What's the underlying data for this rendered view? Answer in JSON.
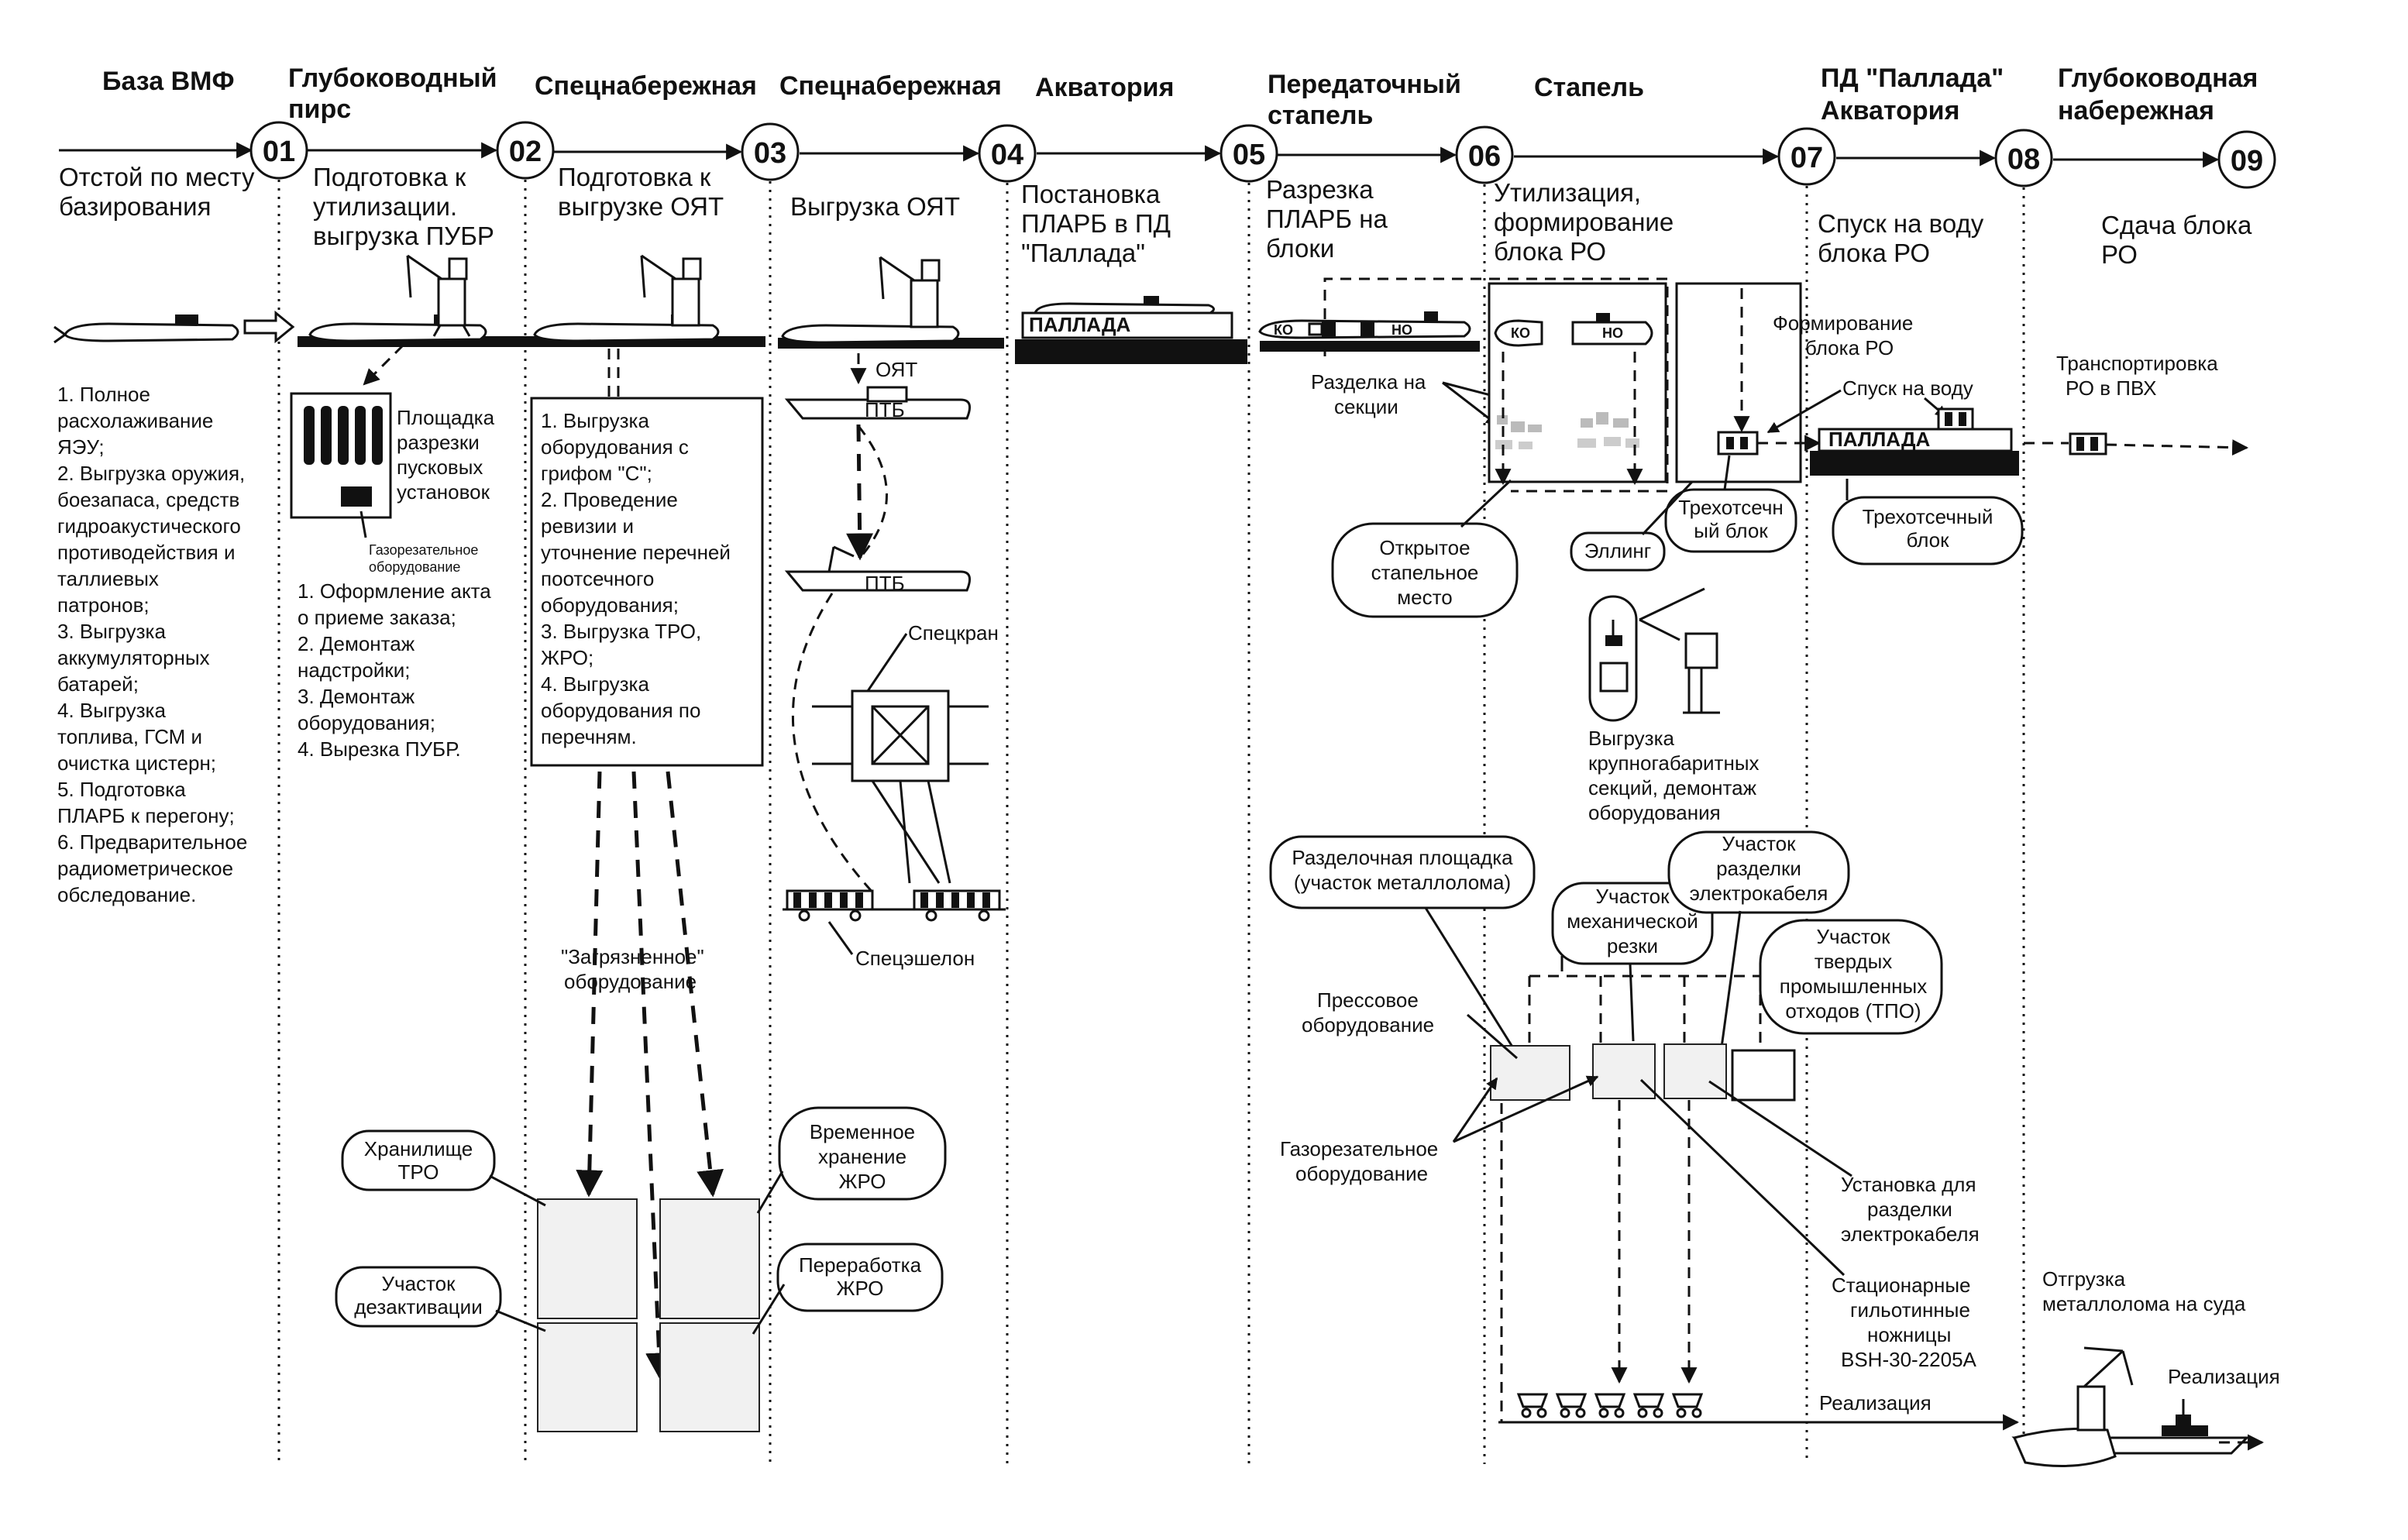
{
  "colors": {
    "ink": "#111111",
    "paper": "#ffffff",
    "panel": "#f1f1f1"
  },
  "locations": [
    {
      "id": "loc-base",
      "lines": [
        "База ВМФ"
      ]
    },
    {
      "id": "loc-deep-pier",
      "lines": [
        "Глубоководный",
        "пирс"
      ]
    },
    {
      "id": "loc-special-quay-1",
      "lines": [
        "Спецнабережная"
      ]
    },
    {
      "id": "loc-special-quay-2",
      "lines": [
        "Спецнабережная"
      ]
    },
    {
      "id": "loc-water-area",
      "lines": [
        "Акватория"
      ]
    },
    {
      "id": "loc-transfer-slipway",
      "lines": [
        "Передаточный",
        "стапель"
      ]
    },
    {
      "id": "loc-slipway",
      "lines": [
        "Стапель"
      ]
    },
    {
      "id": "loc-pallada",
      "lines": [
        "ПД \"Паллада\"",
        "Акватория"
      ]
    },
    {
      "id": "loc-deep-quay",
      "lines": [
        "Глубоководная",
        "набережная"
      ]
    }
  ],
  "steps": [
    "01",
    "02",
    "03",
    "04",
    "05",
    "06",
    "07",
    "08",
    "09"
  ],
  "step_descriptions": [
    {
      "id": "step-desc-0",
      "lines": [
        "Отстой по месту",
        "базирования"
      ]
    },
    {
      "id": "step-desc-1",
      "lines": [
        "Подготовка к",
        "утилизации.",
        "выгрузка ПУБР"
      ]
    },
    {
      "id": "step-desc-2",
      "lines": [
        "Подготовка к",
        "выгрузке ОЯТ"
      ]
    },
    {
      "id": "step-desc-3",
      "lines": [
        "Выгрузка ОЯТ"
      ]
    },
    {
      "id": "step-desc-4",
      "lines": [
        "Постановка",
        "ПЛАРБ в ПД",
        "\"Паллада\""
      ]
    },
    {
      "id": "step-desc-5",
      "lines": [
        "Разрезка",
        "ПЛАРБ на",
        "блоки"
      ]
    },
    {
      "id": "step-desc-6",
      "lines": [
        "Утилизация,",
        "формирование",
        "блока РО"
      ]
    },
    {
      "id": "step-desc-7",
      "lines": [
        "Спуск на воду",
        "блока РО"
      ]
    },
    {
      "id": "step-desc-8",
      "lines": [
        "Сдача блока",
        "РО"
      ]
    }
  ],
  "base_tasks": [
    "1. Полное",
    "расхолаживание",
    "ЯЭУ;",
    "2. Выгрузка оружия,",
    "боезапаса, средств",
    "гидроакустического",
    "противодействия и",
    "таллиевых",
    "патронов;",
    "3. Выгрузка",
    "аккумуляторных",
    "батарей;",
    "4. Выгрузка",
    "топлива, ГСМ и",
    "очистка цистерн;",
    "5. Подготовка",
    "ПЛАРБ к перегону;",
    "6. Предварительное",
    "радиометрическое",
    "обследование."
  ],
  "pier_tasks": [
    "1. Оформление акта",
    "о приеме заказа;",
    "2. Демонтаж",
    "надстройки;",
    "3. Демонтаж",
    "оборудования;",
    "4. Вырезка ПУБР."
  ],
  "quay_tasks": [
    "1. Выгрузка",
    "оборудования с",
    "грифом \"С\";",
    "2. Проведение",
    "ревизии и",
    "уточнение перечней",
    "поотсечного",
    "оборудования;",
    "3. Выгрузка ТРО,",
    "ЖРО;",
    "4. Выгрузка",
    "оборудования по",
    "перечням."
  ],
  "labels": {
    "launch_cut_area": [
      "Площадка",
      "разрезки",
      "пусковых",
      "установок"
    ],
    "gas_cut_small": [
      "Газорезательное",
      "оборудование"
    ],
    "oyat": "ОЯТ",
    "ptb": "ПТБ",
    "special_crane": "Спецкран",
    "special_train": "Спецэшелон",
    "contaminated": [
      "\"Загрязненное\"",
      "оборудование"
    ],
    "tro_storage": [
      "Хранилище",
      "ТРО"
    ],
    "decontamination": [
      "Участок",
      "дезактивации"
    ],
    "zhro_storage": [
      "Временное",
      "хранение",
      "ЖРО"
    ],
    "zhro_processing": [
      "Переработка",
      "ЖРО"
    ],
    "pallada": "ПАЛЛАДА",
    "ko": "КО",
    "no": "НО",
    "sectioning": [
      "Разделка на",
      "секции"
    ],
    "open_slipway": [
      "Открытое",
      "стапельное",
      "место"
    ],
    "elling": "Эллинг",
    "large_sections": [
      "Выгрузка",
      "крупногабаритных",
      "секций, демонтаж",
      "оборудования"
    ],
    "ro_forming": [
      "Формирование",
      "блока РО"
    ],
    "launch": "Спуск на воду",
    "three_comp_1": [
      "Трехотсечн",
      "ый блок"
    ],
    "three_comp_2": [
      "Трехотсечный",
      "блок"
    ],
    "transport_ro": [
      "Транспортировка",
      "РО в ПВХ"
    ],
    "cutting_area": [
      "Разделочная площадка",
      "(участок металлолома)"
    ],
    "cable_area": [
      "Участок",
      "разделки",
      "электрокабеля"
    ],
    "mech_cut": [
      "Участок",
      "механической",
      "резки"
    ],
    "tpo_area": [
      "Участок",
      "твердых",
      "промышленных",
      "отходов (ТПО)"
    ],
    "press": [
      "Прессовое",
      "оборудование"
    ],
    "gas_cut": [
      "Газорезательное",
      "оборудование"
    ],
    "cable_unit": [
      "Установка для",
      "разделки",
      "электрокабеля"
    ],
    "guillotine": [
      "Стационарные",
      "гильотинные",
      "ножницы",
      "BSH-30-2205A"
    ],
    "realization_1": "Реализация",
    "realization_2": "Реализация",
    "scrap_ship": [
      "Отгрузка",
      "металлолома на суда"
    ]
  }
}
